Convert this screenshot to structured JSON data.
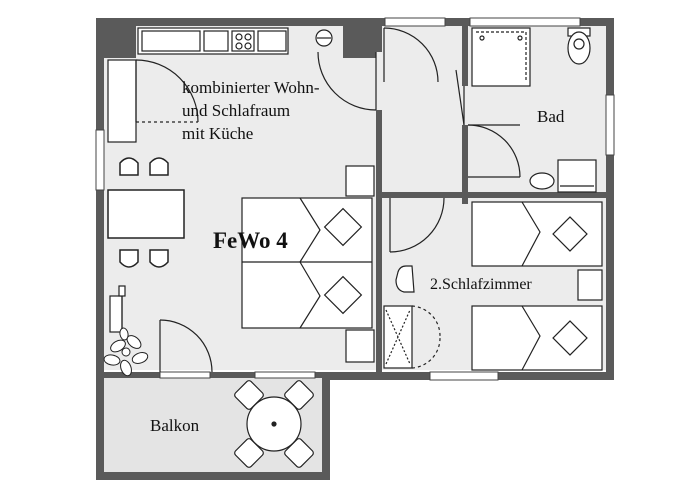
{
  "plan": {
    "living_room_label_line1": "kombinierter Wohn-",
    "living_room_label_line2": "und Schlafraum",
    "living_room_label_line3": "mit Küche",
    "apartment_name": "FeWo 4",
    "bathroom_label": "Bad",
    "bedroom2_label": "2.Schlafzimmer",
    "balcony_label": "Balkon"
  },
  "colors": {
    "wall": "#5a5a5a",
    "floor": "#ececec",
    "balcony_floor": "#e4e4e4",
    "fixture": "#ffffff",
    "line": "#222222"
  }
}
